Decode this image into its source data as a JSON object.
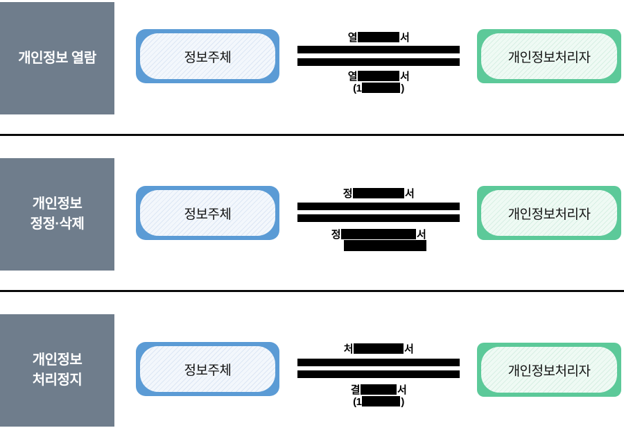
{
  "title": "개인정보 권리행사 절차 다이어그램",
  "colors": {
    "label_block": "#6F7D8C",
    "subject_frame": "#5B9BD5",
    "subject_fill": "#F3F7FC",
    "subject_stripe": "#DCE6F4",
    "processor_frame": "#5CC999",
    "processor_fill": "#EFFAF4",
    "processor_stripe": "#D7EFE3",
    "redaction": "#000000",
    "divider": "#0A0A0A",
    "label_text": "#FFFFFF"
  },
  "sections": [
    {
      "label_line1": "개인정보 열람",
      "label_line2": "",
      "subject": "정보주체",
      "processor": "개인정보처리자",
      "request_prefix": "열",
      "request_suffix": "서",
      "response_prefix": "열",
      "response_suffix": "서",
      "duration_prefix": "(1",
      "duration_suffix": ")"
    },
    {
      "label_line1": "개인정보",
      "label_line2": "정정·삭제",
      "subject": "정보주체",
      "processor": "개인정보처리자",
      "request_prefix": "정",
      "request_suffix": "서",
      "response_prefix": "정",
      "response_suffix": "서",
      "duration_prefix": "",
      "duration_suffix": ""
    },
    {
      "label_line1": "개인정보",
      "label_line2": "처리정지",
      "subject": "정보주체",
      "processor": "개인정보처리자",
      "request_prefix": "처",
      "request_suffix": "서",
      "response_prefix": "결",
      "response_suffix": "서",
      "duration_prefix": "(1",
      "duration_suffix": ")"
    }
  ]
}
